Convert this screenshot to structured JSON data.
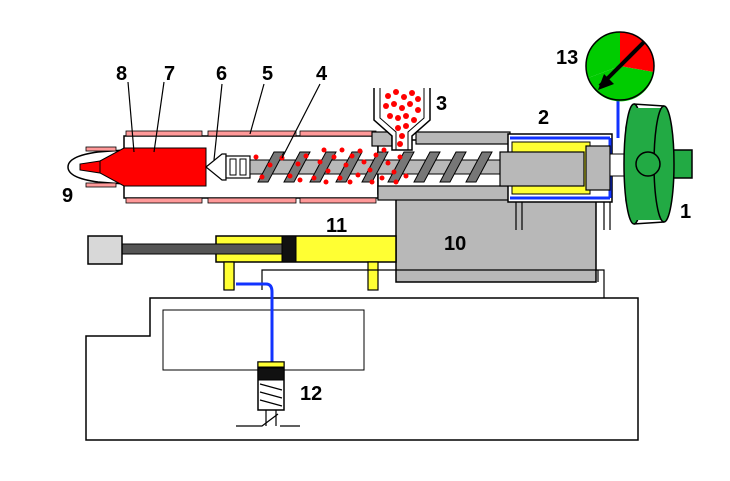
{
  "labels": {
    "l1": "1",
    "l2": "2",
    "l3": "3",
    "l4": "4",
    "l5": "5",
    "l6": "6",
    "l7": "7",
    "l8": "8",
    "l9": "9",
    "l10": "10",
    "l11": "11",
    "l12": "12",
    "l13": "13"
  },
  "colors": {
    "melt": "#ff0000",
    "hydraulic": "#ffff33",
    "motor": "#22aa44",
    "gauge_green": "#00cc00",
    "gauge_red": "#ff0000",
    "gray_block": "#b8b8b8",
    "line_blue": "#1133ff"
  }
}
